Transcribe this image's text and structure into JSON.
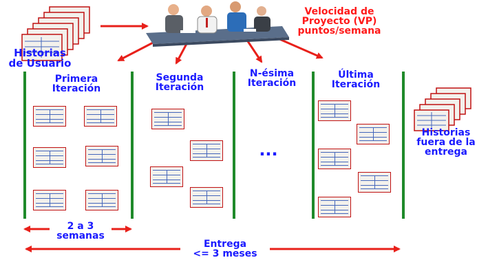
{
  "colors": {
    "label_blue": "#1a1aff",
    "label_red": "#ff1a1a",
    "divider_green": "#1f8a2a"
  },
  "diagram": {
    "velocity": "Velocidad de\nProyecto (VP)\npuntos/semana",
    "stories": "Historias\nde Usuario",
    "iterations": [
      {
        "label": "Primera\nIteración"
      },
      {
        "label": "Segunda\nIteración"
      },
      {
        "label": "N-ésima\nIteración"
      },
      {
        "label": "Última\nIteración"
      }
    ],
    "ellipsis": "...",
    "out_of_release": "Historias\nfuera de la\nentrega",
    "iteration_span": "2 a 3\nsemanas",
    "release": "Entrega\n<= 3 meses"
  }
}
